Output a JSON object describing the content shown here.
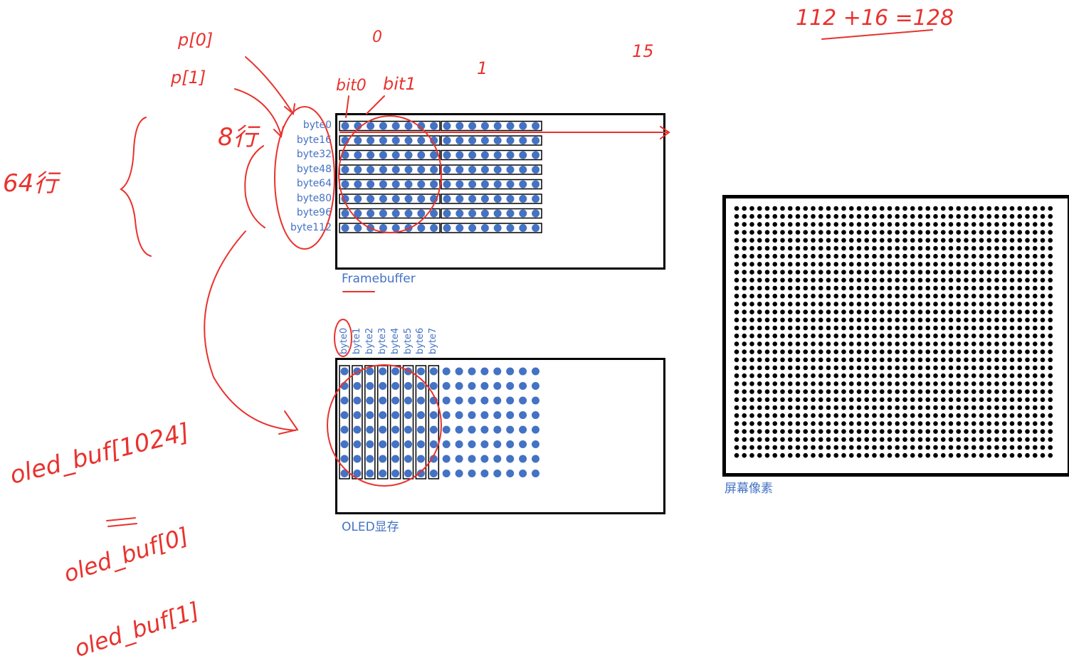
{
  "framebuffer": {
    "caption": "Framebuffer",
    "row_labels": [
      "byte0",
      "byte16",
      "byte32",
      "byte48",
      "byte64",
      "byte80",
      "byte96",
      "byte112"
    ]
  },
  "oled": {
    "caption": "OLED显存",
    "col_labels": [
      "byte0",
      "byte1",
      "byte2",
      "byte3",
      "byte4",
      "byte5",
      "byte6",
      "byte7"
    ]
  },
  "screen": {
    "caption": "屏幕像素"
  },
  "annotations": {
    "p0": "p[0]",
    "p1": "p[1]",
    "col0": "0",
    "col1": "1",
    "col15": "15",
    "formula": "112 +16 =128",
    "bit0": "bit0",
    "bit1": "bit1",
    "rows8": "8行",
    "rows64": "64行",
    "oled_buf_decl": "oled_buf[1024]",
    "oled_buf0": "oled_buf[0]",
    "oled_buf1": "oled_buf[1]"
  },
  "colors": {
    "dot": "#4472c4",
    "label": "#4472c4",
    "frame": "#000000",
    "annotation": "#e8322e",
    "pixel": "#000000"
  }
}
